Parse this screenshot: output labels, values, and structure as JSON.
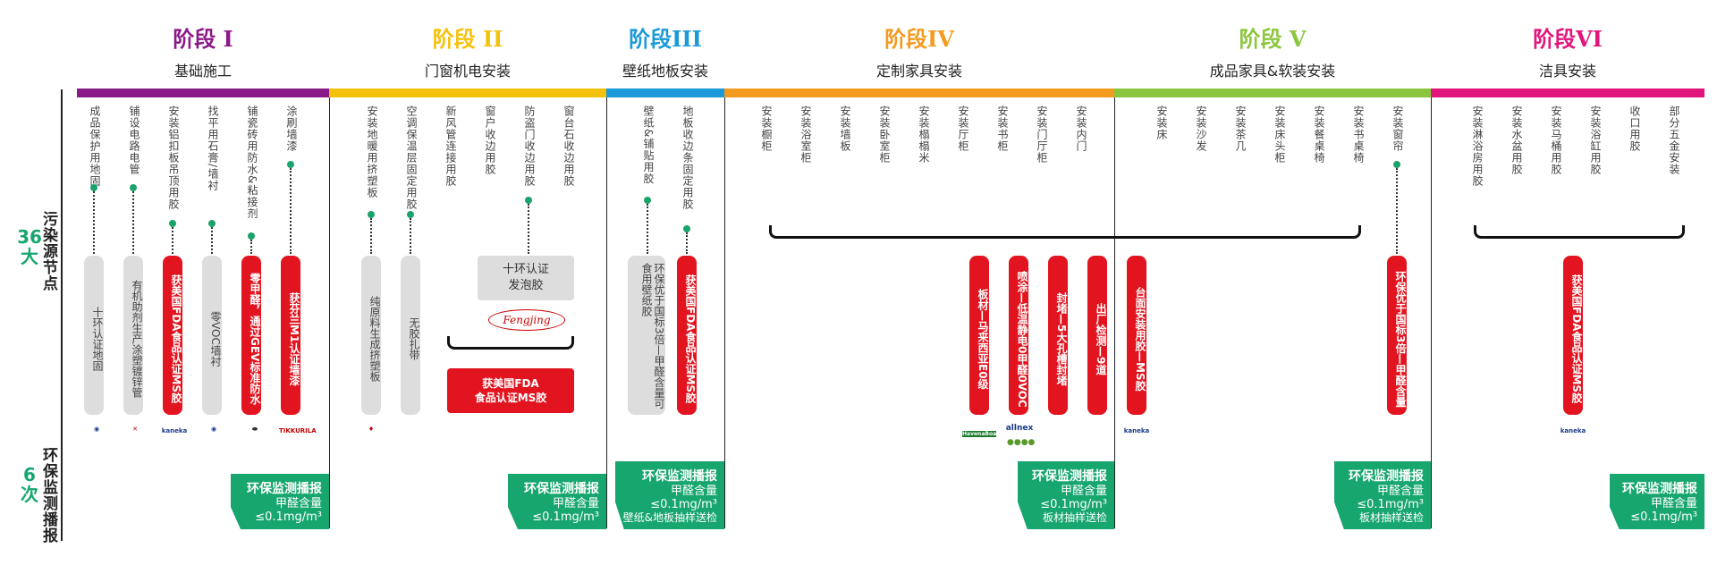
{
  "stages": [
    {
      "title": "阶段 I",
      "subtitle": "基础施工",
      "color": "#8b1a89"
    },
    {
      "title": "阶段 II",
      "subtitle": "门窗机电安装",
      "color": "#f4c20d"
    },
    {
      "title": "阶段III",
      "subtitle": "壁纸地板安装",
      "color": "#1a9ad9"
    },
    {
      "title": "阶段IV",
      "subtitle": "定制家具安装",
      "color": "#f39b1f"
    },
    {
      "title": "阶段 V",
      "subtitle": "成品家具&软装安装",
      "color": "#8cc63f"
    },
    {
      "title": "阶段VI",
      "subtitle": "洁具安装",
      "color": "#e1157b"
    }
  ],
  "left": {
    "num1": "36",
    "num1b": "大",
    "label1": "污染源节点",
    "num2": "6",
    "num2b": "次",
    "label2": "环保监测播报"
  },
  "s1": {
    "items": [
      "成品保护用地固",
      "铺设电路电管",
      "安装铝扣板吊顶用胶",
      "找平用石膏/墙衬",
      "铺瓷砖用防水&粘接剂",
      "涂刷墙漆"
    ],
    "pills": [
      "十环认证地固",
      "有机助剂生产涂塑镀锌管",
      "获美国FDA食品认证MS胶",
      "零VOC墙衬",
      "零甲醛，通过GEV标准防水",
      "获芬兰M1认证墙漆"
    ]
  },
  "s2": {
    "items": [
      "安装地暖用挤塑板",
      "空调保温层固定用胶",
      "新风管连接用胶",
      "窗户收边用胶",
      "防盗门收边用胶",
      "窗台石收边用胶"
    ],
    "pills": [
      "纯原料生成挤塑板",
      "无胶扎带"
    ],
    "gray_box": "十环认证\n发泡胶",
    "brand": "Fengjing",
    "red_box": "获美国FDA\n食品认证MS胶"
  },
  "s3": {
    "items": [
      "壁纸&铺贴用胶",
      "地板收边条固定用胶"
    ],
    "pills": [
      "环保优于国标3倍—甲醛含量可食用壁纸胶",
      "获美国FDA食品认证MS胶"
    ]
  },
  "s4": {
    "items": [
      "安装橱柜",
      "安装浴室柜",
      "安装墙板",
      "安装卧室柜",
      "安装榻榻米",
      "安装厅柜",
      "安装书柜",
      "安装门厅柜",
      "安装内门"
    ],
    "pills": [
      "板材—马来西亚E0级",
      "喷涂—低温静电0甲醛0VOC",
      "封堵—5大孔槽封堵",
      "出厂检测—9道"
    ]
  },
  "s5": {
    "items": [
      "安装床",
      "安装沙发",
      "安装茶几",
      "安装床头柜",
      "安装餐桌椅",
      "安装书桌椅",
      "安装窗帘"
    ],
    "pills": [
      "台面安装用胶—MS胶",
      "环保优于国标3倍—甲醛含量"
    ]
  },
  "s6": {
    "items": [
      "安装淋浴房用胶",
      "安装水盆用胶",
      "安装马桶用胶",
      "安装浴缸用胶",
      "收口用胶",
      "部分五金安装"
    ],
    "pills": [
      "获美国FDA食品认证MS胶"
    ]
  },
  "monitor": {
    "title": "环保监测播报",
    "line1": "甲醛含量",
    "line2": "≤0.1mg/m³",
    "notes": [
      "",
      "",
      "壁纸&地板抽样送检",
      "板材抽样送检",
      "板材抽样送检",
      ""
    ]
  },
  "logos": {
    "kaneka": "kaneka",
    "tikkurila": "TIKKURILA",
    "allnex": "allnex",
    "egger": "HavenaBoard"
  }
}
